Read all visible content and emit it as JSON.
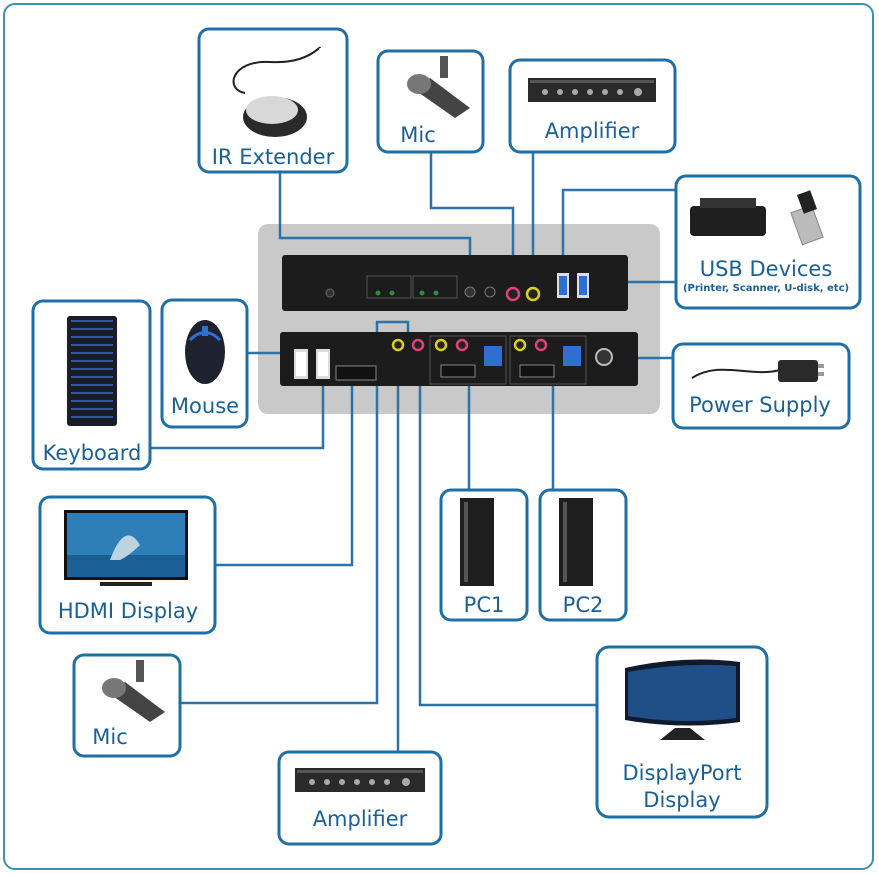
{
  "devices": {
    "ir_extender": "IR Extender",
    "mic_top": "Mic",
    "amplifier_top": "Amplifier",
    "usb_devices": "USB Devices",
    "usb_devices_sub": "(Printer, Scanner, U-disk, etc)",
    "mouse": "Mouse",
    "keyboard": "Keyboard",
    "power_supply": "Power Supply",
    "hdmi_display": "HDMI Display",
    "pc1": "PC1",
    "pc2": "PC2",
    "mic_bottom": "Mic",
    "amplifier_bottom": "Amplifier",
    "displayport_display_line1": "DisplayPort",
    "displayport_display_line2": "Display"
  },
  "colors": {
    "box_border": "#1e6fa6",
    "wire": "#2e73a8",
    "label": "#1a5f96",
    "device_panel": "#1c1c1c",
    "panel_backdrop": "#c8c8c8"
  }
}
